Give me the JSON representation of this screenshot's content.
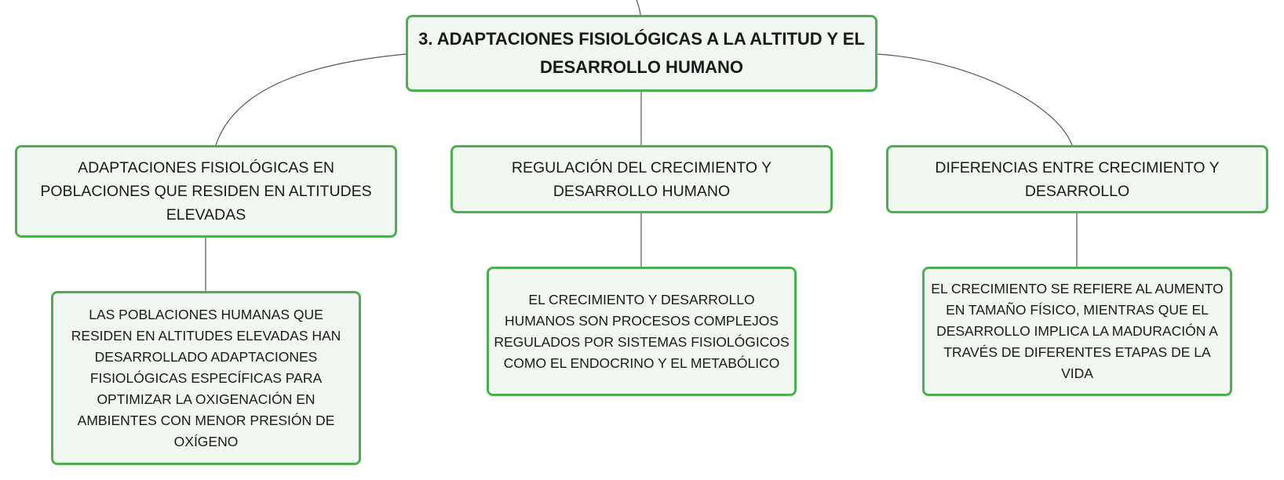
{
  "root": {
    "text": "3. ADAPTACIONES FISIOLÓGICAS A LA ALTITUD Y EL DESARROLLO HUMANO"
  },
  "branches": [
    {
      "title": "ADAPTACIONES FISIOLÓGICAS EN POBLACIONES QUE RESIDEN EN ALTITUDES ELEVADAS",
      "detail": "LAS POBLACIONES HUMANAS QUE RESIDEN EN ALTITUDES ELEVADAS HAN DESARROLLADO ADAPTACIONES FISIOLÓGICAS ESPECÍFICAS PARA OPTIMIZAR LA OXIGENACIÓN EN AMBIENTES CON MENOR PRESIÓN DE OXÍGENO"
    },
    {
      "title": "REGULACIÓN DEL CRECIMIENTO Y DESARROLLO HUMANO",
      "detail": "EL CRECIMIENTO Y DESARROLLO HUMANOS SON PROCESOS COMPLEJOS REGULADOS POR SISTEMAS FISIOLÓGICOS COMO EL ENDOCRINO Y EL METABÓLICO"
    },
    {
      "title": "DIFERENCIAS ENTRE CRECIMIENTO Y DESARROLLO",
      "detail": "EL CRECIMIENTO SE REFIERE AL AUMENTO EN TAMAÑO FÍSICO, MIENTRAS QUE EL DESARROLLO IMPLICA LA MADURACIÓN A TRAVÉS DE DIFERENTES ETAPAS DE LA VIDA"
    }
  ],
  "colors": {
    "border": "#4caf50",
    "fill": "#f1f8f1",
    "line": "#555555"
  }
}
